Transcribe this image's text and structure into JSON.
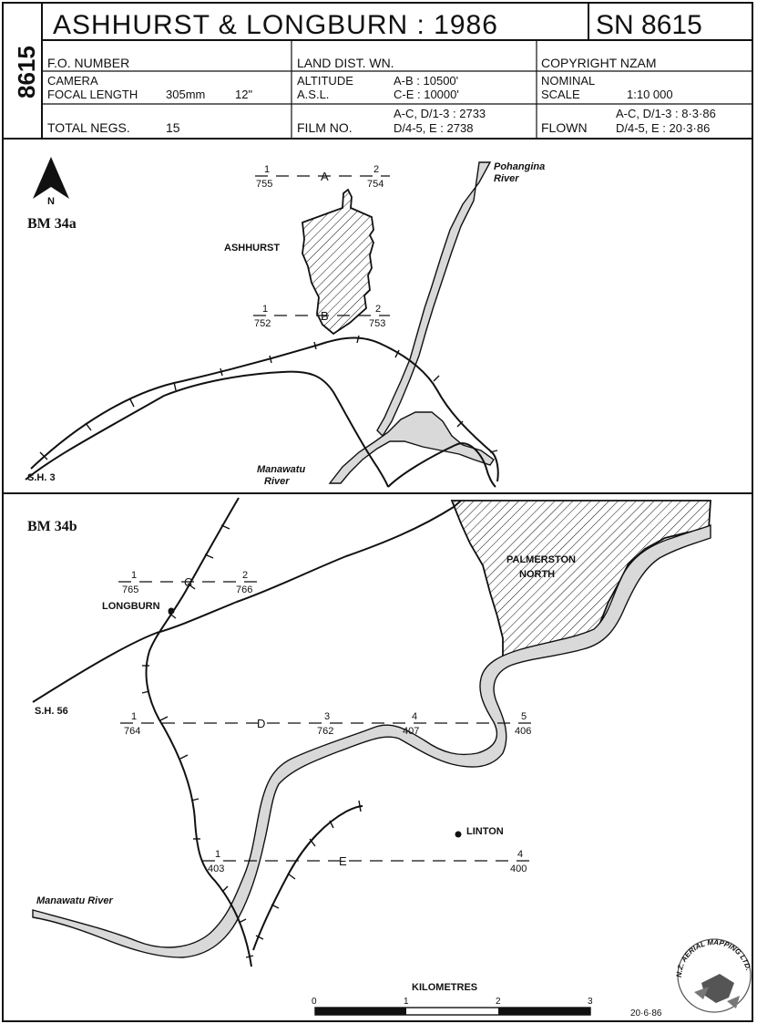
{
  "header": {
    "sheet_number": "8615",
    "title": "ASHHURST & LONGBURN : 1986",
    "sn": "SN 8615",
    "fo_number": "F.O. NUMBER",
    "land_dist": "LAND DIST. WN.",
    "copyright": "COPYRIGHT NZAM",
    "camera_label": "CAMERA",
    "focal_label": "FOCAL LENGTH",
    "focal_mm": "305mm",
    "focal_in": "12\"",
    "altitude_label": "ALTITUDE",
    "asl_label": "A.S.L.",
    "alt_ab": "A-B : 10500'",
    "alt_ce": "C-E : 10000'",
    "nominal_label": "NOMINAL",
    "scale_label": "SCALE",
    "scale_value": "1:10 000",
    "total_negs": "TOTAL NEGS.",
    "total_negs_value": "15",
    "film_no": "FILM NO.",
    "film_1": "A-C, D/1-3 : 2733",
    "film_2": "D/4-5, E : 2738",
    "flown": "FLOWN",
    "flown_1": "A-C, D/1-3 : 8·3·86",
    "flown_2": "D/4-5, E : 20·3·86"
  },
  "map_a": {
    "id": "BM 34a",
    "north": "N",
    "ashhurst": "ASHHURST",
    "pohangina_1": "Pohangina",
    "pohangina_2": "River",
    "manawatu_1": "Manawatu",
    "manawatu_2": "River",
    "sh3": "S.H. 3",
    "line_a": {
      "label": "A",
      "left_top": "1",
      "left_bottom": "755",
      "right_top": "2",
      "right_bottom": "754"
    },
    "line_b": {
      "label": "B",
      "left_top": "1",
      "left_bottom": "752",
      "right_top": "2",
      "right_bottom": "753"
    }
  },
  "map_b": {
    "id": "BM 34b",
    "palmerston_1": "PALMERSTON",
    "palmerston_2": "NORTH",
    "longburn": "LONGBURN",
    "linton": "LINTON",
    "sh56": "S.H. 56",
    "manawatu": "Manawatu River",
    "line_c": {
      "label": "C",
      "left_top": "1",
      "left_bottom": "765",
      "right_top": "2",
      "right_bottom": "766"
    },
    "line_d": {
      "label": "D",
      "p1_top": "1",
      "p1_bottom": "764",
      "p3_top": "3",
      "p3_bottom": "762",
      "p4_top": "4",
      "p4_bottom": "407",
      "p5_top": "5",
      "p5_bottom": "406"
    },
    "line_e": {
      "label": "E",
      "left_top": "1",
      "left_bottom": "403",
      "right_top": "4",
      "right_bottom": "400"
    }
  },
  "footer": {
    "km_label": "KILOMETRES",
    "scale_ticks": [
      "0",
      "1",
      "2",
      "3"
    ],
    "date": "20·6·86",
    "logo_text": "N.Z. AERIAL MAPPING LTD."
  }
}
